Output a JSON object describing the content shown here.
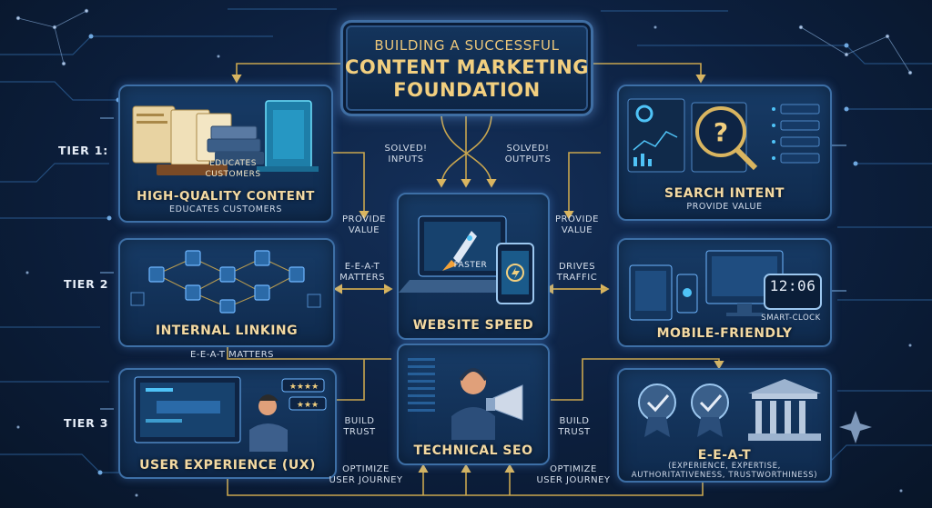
{
  "title": {
    "line1": "BUILDING A SUCCESSFUL",
    "line2": "CONTENT MARKETING",
    "line3": "FOUNDATION"
  },
  "tiers": [
    "TIER 1:",
    "TIER 2",
    "TIER 3"
  ],
  "panels": {
    "high_quality_content": {
      "title": "HIGH-QUALITY CONTENT",
      "subtitle": "EDUCATES CUSTOMERS",
      "inner_label": "EDUCATES\nCUSTOMERS"
    },
    "search_intent": {
      "title": "SEARCH INTENT",
      "subtitle": "PROVIDE VALUE"
    },
    "internal_linking": {
      "title": "INTERNAL LINKING"
    },
    "mobile_friendly": {
      "title": "MOBILE-FRIENDLY",
      "clock": "12:06",
      "clock_label": "SMART-CLOCK"
    },
    "website_speed": {
      "title": "WEBSITE SPEED",
      "inner_label": "FASTER"
    },
    "technical_seo": {
      "title": "TECHNICAL SEO"
    },
    "user_experience": {
      "title": "USER EXPERIENCE (UX)"
    },
    "eeat": {
      "title": "E-E-A-T",
      "subtitle": "(EXPERIENCE, EXPERTISE,\nAUTHORITATIVENESS, TRUSTWORTHINESS)"
    }
  },
  "connectors": {
    "solved_inputs": "SOLVED!\nINPUTS",
    "solved_outputs": "SOLVED!\nOUTPUTS",
    "provide_value_left": "PROVIDE\nVALUE",
    "provide_value_right": "PROVIDE\nVALUE",
    "eeat_matters_mid": "E-E-A-T\nMATTERS",
    "drives_traffic": "DRIVES\nTRAFFIC",
    "eeat_matters_low": "E-E-A-T MATTERS",
    "build_trust_left": "BUILD\nTRUST",
    "build_trust_right": "BUILD\nTRUST",
    "optimize_left": "OPTIMIZE\nUSER JOURNEY",
    "optimize_right": "OPTIMIZE\nUSER JOURNEY"
  },
  "colors": {
    "accent_gold": "#f2cf7f",
    "panel_border": "#3d6fa6",
    "line_gold": "#c9a64f"
  }
}
